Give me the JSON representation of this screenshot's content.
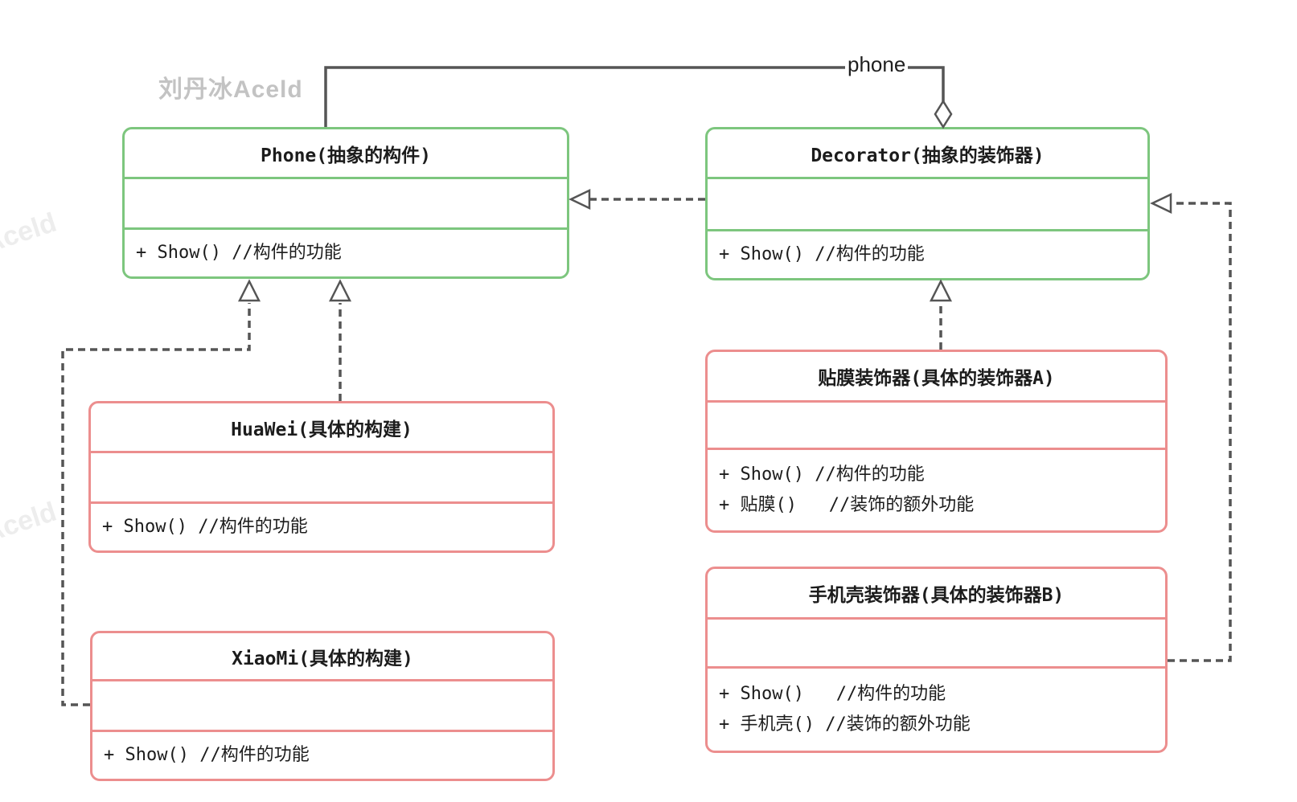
{
  "watermark": {
    "main": "刘丹冰Aceld",
    "side": "刘丹冰Aceld"
  },
  "relations": {
    "aggregation_label": "phone"
  },
  "colors": {
    "abstract_class_border": "#7dc67e",
    "concrete_class_border": "#ec8e8e",
    "connector_line": "#555555"
  },
  "classes": {
    "phone": {
      "title": "Phone(抽象的构件)",
      "methods": [
        "+ Show() //构件的功能"
      ]
    },
    "decorator": {
      "title": "Decorator(抽象的装饰器)",
      "methods": [
        "+ Show() //构件的功能"
      ]
    },
    "huawei": {
      "title": "HuaWei(具体的构建)",
      "methods": [
        "+ Show() //构件的功能"
      ]
    },
    "xiaomi": {
      "title": "XiaoMi(具体的构建)",
      "methods": [
        "+ Show() //构件的功能"
      ]
    },
    "film_decorator": {
      "title": "贴膜装饰器(具体的装饰器A)",
      "methods": [
        "+ Show() //构件的功能",
        "+ 贴膜()   //装饰的额外功能"
      ]
    },
    "case_decorator": {
      "title": "手机壳装饰器(具体的装饰器B)",
      "methods": [
        "+ Show()   //构件的功能",
        "+ 手机壳() //装饰的额外功能"
      ]
    }
  }
}
